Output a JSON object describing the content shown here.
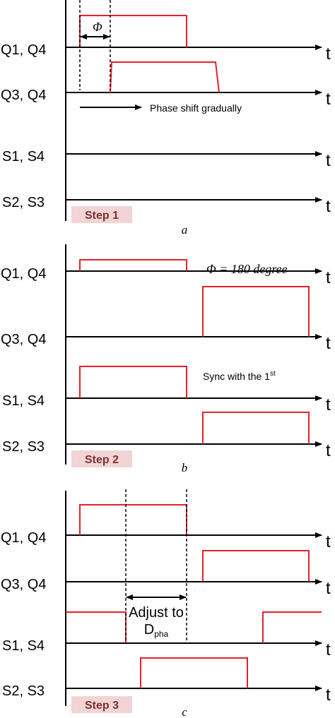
{
  "time_symbol": "t",
  "panels": [
    {
      "caption": "a",
      "step_label": "Step 1",
      "signals": [
        "Q1, Q4",
        "Q3, Q4",
        "S1, S4",
        "S2, S3"
      ],
      "phi_symbol": "Φ",
      "phase_shift_note": "Phase shift gradually"
    },
    {
      "caption": "b",
      "step_label": "Step 2",
      "signals": [
        "Q1, Q4",
        "Q3, Q4",
        "S1, S4",
        "S2, S3"
      ],
      "phi_note": "Φ  = 180 degree",
      "sync_note_main": "Sync with the 1",
      "sync_note_sup": "st"
    },
    {
      "caption": "c",
      "step_label": "Step 3",
      "signals": [
        "Q1, Q4",
        "Q3, Q4",
        "S1, S4",
        "S2, S3"
      ],
      "adjust_note_line1": "Adjust to",
      "adjust_note_line2_main": "D",
      "adjust_note_line2_sub": "pha"
    }
  ],
  "colors": {
    "pulse": "#e8202a",
    "axis": "#000000",
    "step_bg": "#f2d4d4",
    "step_text": "#7a3030"
  }
}
